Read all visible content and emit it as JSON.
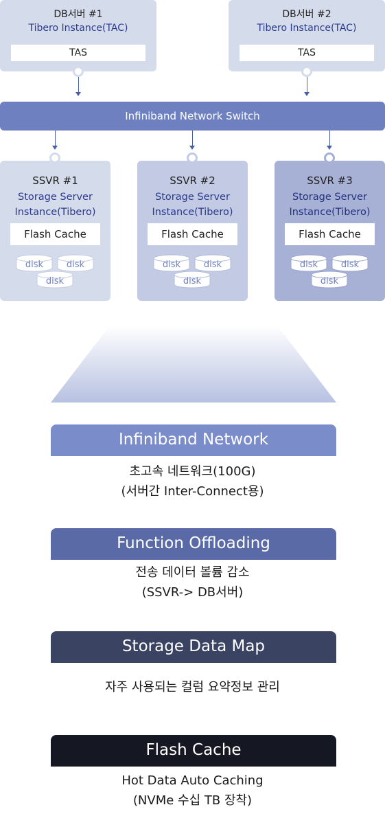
{
  "db_servers": [
    {
      "title": "DB서버 #1",
      "subtitle": "Tibero Instance(TAC)",
      "tas": "TAS"
    },
    {
      "title": "DB서버 #2",
      "subtitle": "Tibero Instance(TAC)",
      "tas": "TAS"
    }
  ],
  "switch_label": "Infiniband Network Switch",
  "storage_servers": [
    {
      "title": "SSVR #1",
      "subtitle_line1": "Storage Server",
      "subtitle_line2": "Instance(Tibero)",
      "cache": "Flash Cache",
      "disks": [
        "disk",
        "disk",
        "disk"
      ]
    },
    {
      "title": "SSVR #2",
      "subtitle_line1": "Storage Server",
      "subtitle_line2": "Instance(Tibero)",
      "cache": "Flash Cache",
      "disks": [
        "disk",
        "disk",
        "disk"
      ]
    },
    {
      "title": "SSVR #3",
      "subtitle_line1": "Storage Server",
      "subtitle_line2": "Instance(Tibero)",
      "cache": "Flash Cache",
      "disks": [
        "disk",
        "disk",
        "disk"
      ]
    }
  ],
  "features": [
    {
      "title": "Infiniband Network",
      "line1": "초고속 네트워크(100G)",
      "line2": "(서버간 Inter-Connect용)",
      "color": "#7a8cc9"
    },
    {
      "title": "Function Offloading",
      "line1": "전송 데이터 볼륨 감소",
      "line2": "(SSVR-> DB서버)",
      "color": "#5a6aa6"
    },
    {
      "title": "Storage Data Map",
      "line1": "자주 사용되는 컬럼 요약정보 관리",
      "line2": "",
      "color": "#3b4363"
    },
    {
      "title": "Flash Cache",
      "line1": "Hot Data Auto Caching",
      "line2": "(NVMe 수십 TB 장착)",
      "color": "#151822"
    }
  ],
  "colors": {
    "db_box": "#d4dbeb",
    "ssvr_1": "#d4dbeb",
    "ssvr_2": "#c2cbe3",
    "ssvr_3": "#a7b1d6",
    "switch": "#6e80bf",
    "accent_text": "#2b3a8e"
  }
}
